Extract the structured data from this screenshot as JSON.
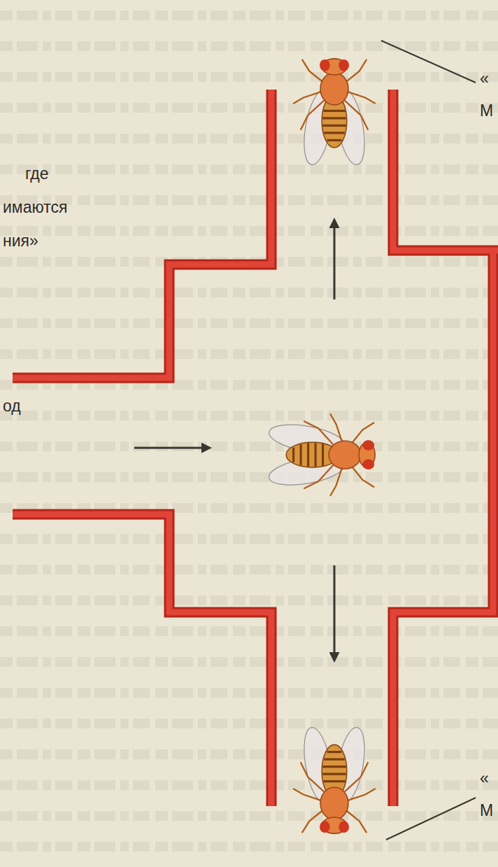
{
  "diagram": {
    "labels": [
      "где",
      "имаются",
      "ния»",
      "од",
      "«",
      "М",
      "«",
      "М"
    ]
  }
}
